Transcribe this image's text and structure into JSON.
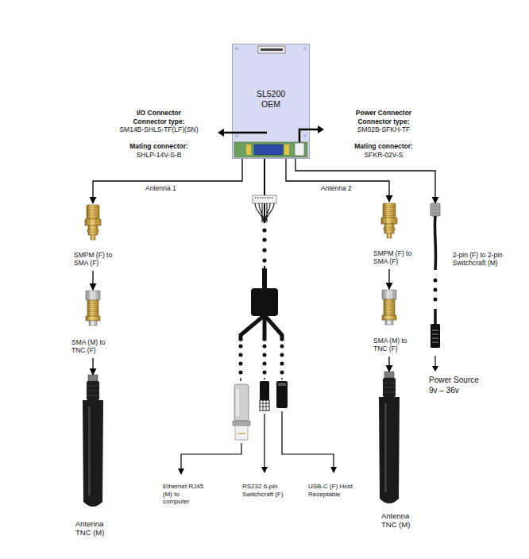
{
  "diagram": {
    "nodes": [
      {
        "text": [
          "SL5200 OEM"
        ]
      },
      {
        "text": [
          "SMPM (F) to SMA (F)"
        ]
      },
      {
        "text": [
          "SMA (M) to TNC (F)"
        ]
      },
      {
        "text": [
          "Antenna TNC (M)"
        ]
      },
      {
        "text": [
          "Ethernet RJ45 (M) to computer"
        ]
      },
      {
        "text": [
          "RS232 6-pin Switchcraft (F)"
        ]
      },
      {
        "text": [
          "USB-C (F) Host Receptable"
        ]
      },
      {
        "text": [
          "SMPM (F) to SMA (F)"
        ]
      },
      {
        "text": [
          "SMA (M) to TNC (F)"
        ]
      },
      {
        "text": [
          "Antenna TNC (M)"
        ]
      },
      {
        "text": [
          "2-pin (F) to 2-pin Switchcraft (M)"
        ]
      }
    ],
    "edges": [
      {
        "from": 0,
        "to": 1,
        "arrow": "to",
        "label": "Antenna 1"
      },
      {
        "from": 1,
        "to": 2,
        "arrow": "to"
      },
      {
        "from": 2,
        "to": 3,
        "arrow": "to"
      },
      {
        "from": 0,
        "to": 4,
        "arrow": "none"
      },
      {
        "from": 0,
        "to": 5,
        "arrow": "none"
      },
      {
        "from": 0,
        "to": 6,
        "arrow": "none"
      },
      {
        "from": 0,
        "to": 7,
        "arrow": "to",
        "label": "Antenna 2"
      },
      {
        "from": 7,
        "to": 8,
        "arrow": "to"
      },
      {
        "from": 8,
        "to": 9,
        "arrow": "to"
      },
      {
        "from": 0,
        "to": 10,
        "arrow": "to"
      }
    ],
    "labels": [
      "I/O Connector",
      "Connector type:",
      "SM14B-SHLS-TF(LF)(SN)",
      "Mating connector:",
      "SHLP-14V-S-B",
      "Power Connector",
      "Connector type:",
      "SM02B-SFKH-TF",
      "Mating connector:",
      "SFKR-02V-S",
      "Power Source",
      "9v – 36v"
    ]
  }
}
